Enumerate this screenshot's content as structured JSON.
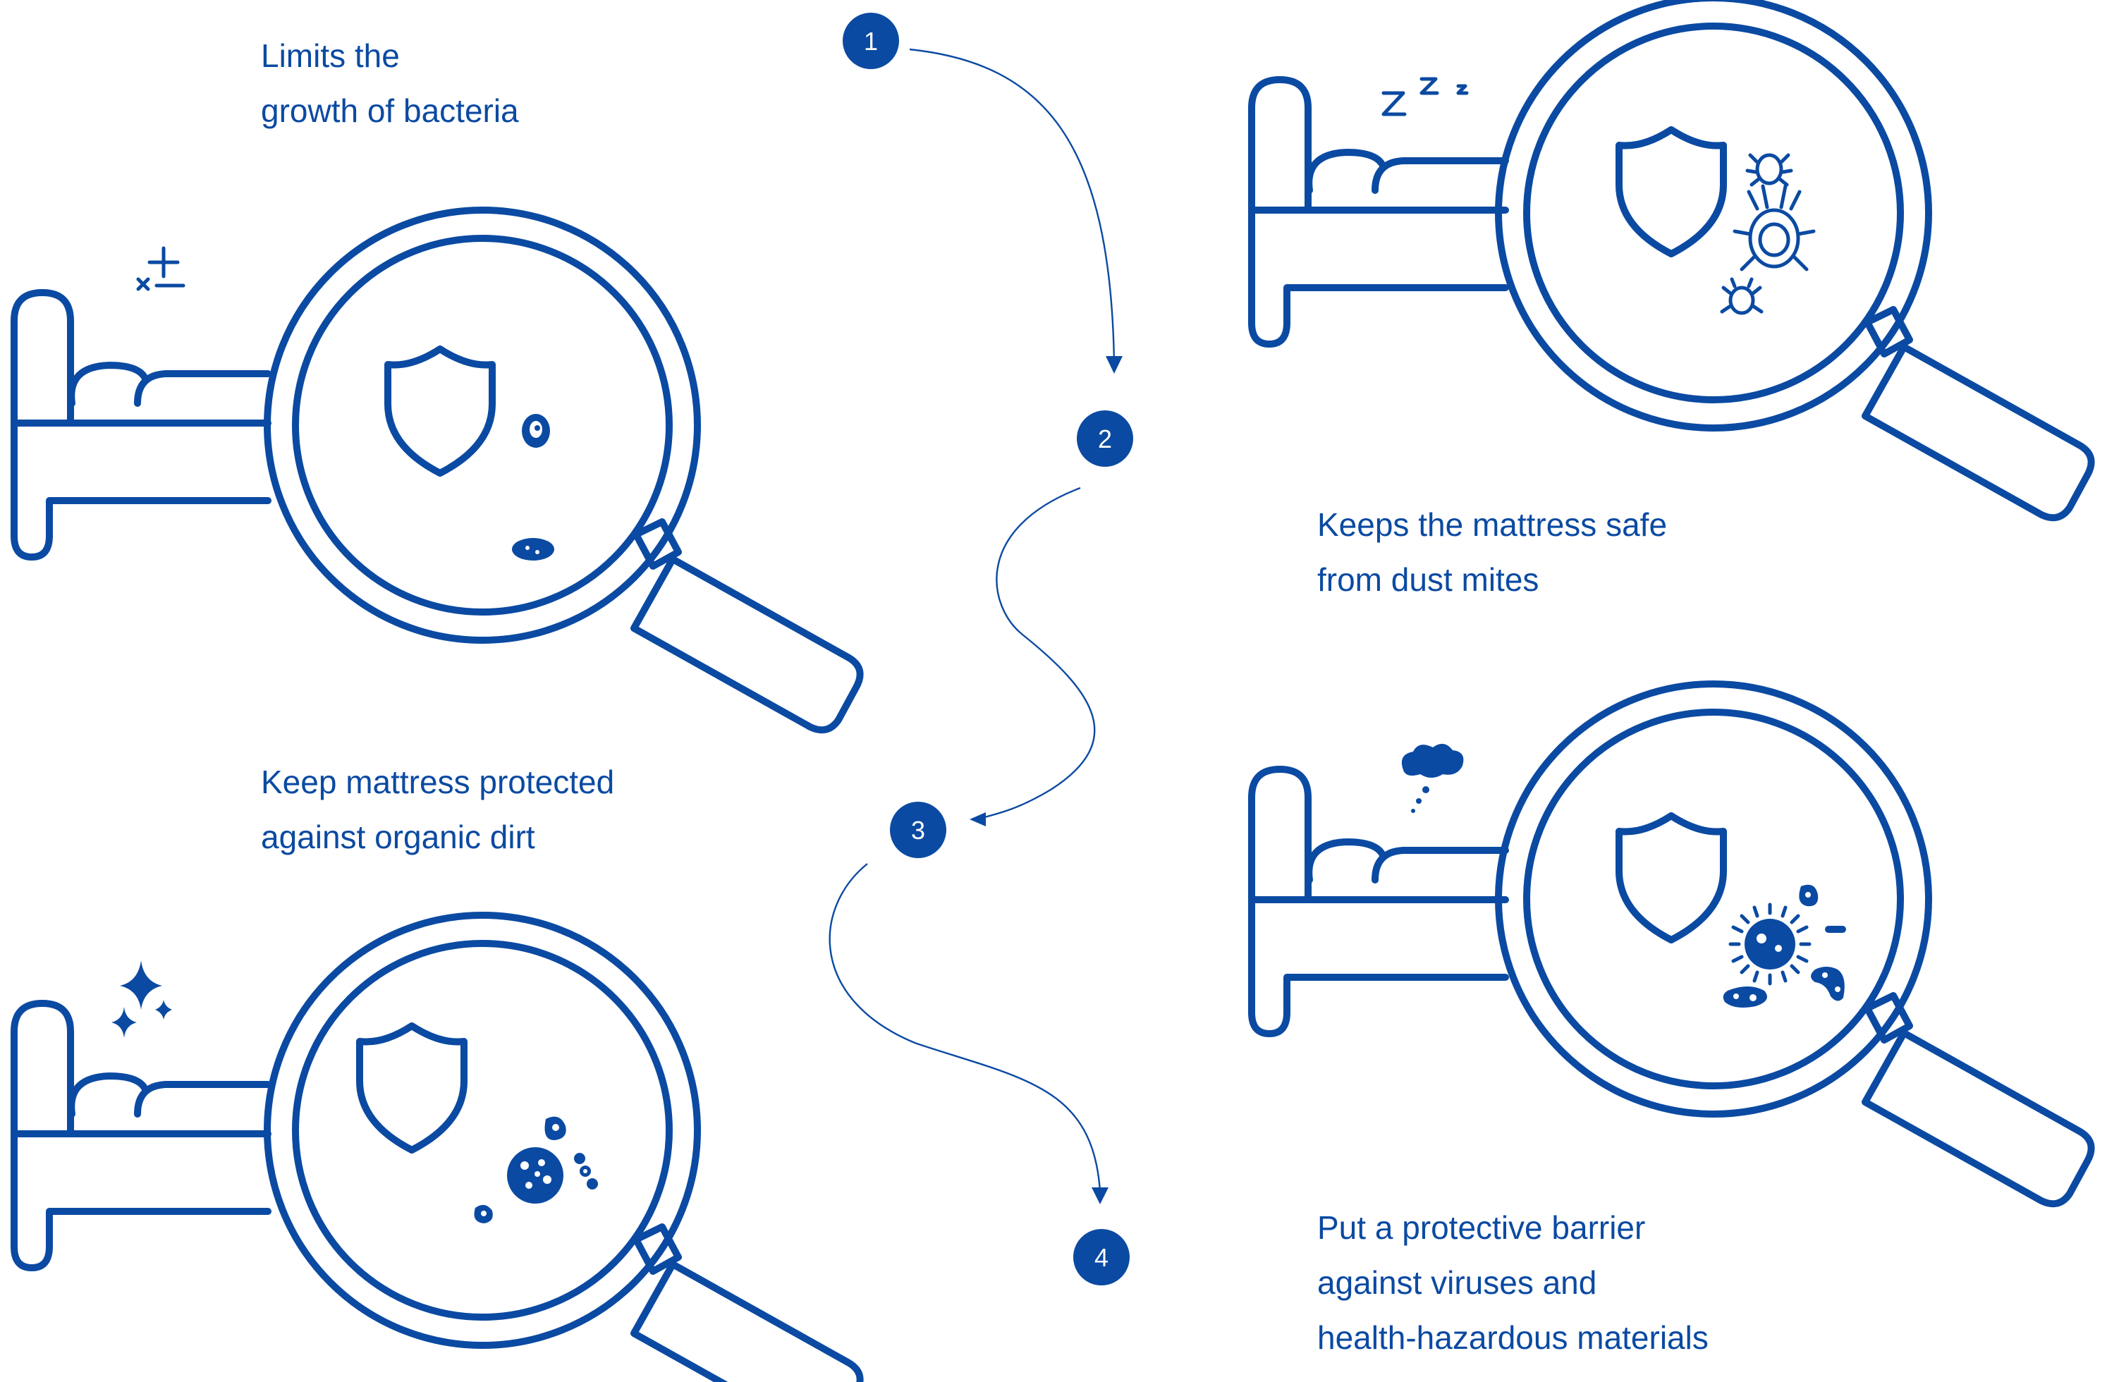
{
  "colors": {
    "accent": "#0b4aa2",
    "background": "#ffffff"
  },
  "steps": [
    {
      "number": "1"
    },
    {
      "number": "2"
    },
    {
      "number": "3"
    },
    {
      "number": "4"
    }
  ],
  "captions": {
    "bacteria": [
      "Limits the",
      "growth of bacteria"
    ],
    "dust_mites": [
      "Keeps the mattress safe",
      "from dust mites"
    ],
    "organic_dirt": [
      "Keep mattress protected",
      "against organic dirt"
    ],
    "viruses": [
      "Put a protective barrier",
      "against viruses and",
      "health-hazardous materials"
    ]
  },
  "icons": {
    "bed": "bed-icon",
    "magnifier": "magnifying-glass-icon",
    "shield": "shield-icon",
    "bacteria": "bacteria-icon",
    "dust_mite": "dust-mite-icon",
    "virus": "virus-icon",
    "dirt": "dirt-particle-icon",
    "sleep": "sleep-zzz-icon",
    "sparkle": "sparkle-icon",
    "thought_cloud": "thought-cloud-icon",
    "math_symbols": "math-symbols-icon"
  }
}
